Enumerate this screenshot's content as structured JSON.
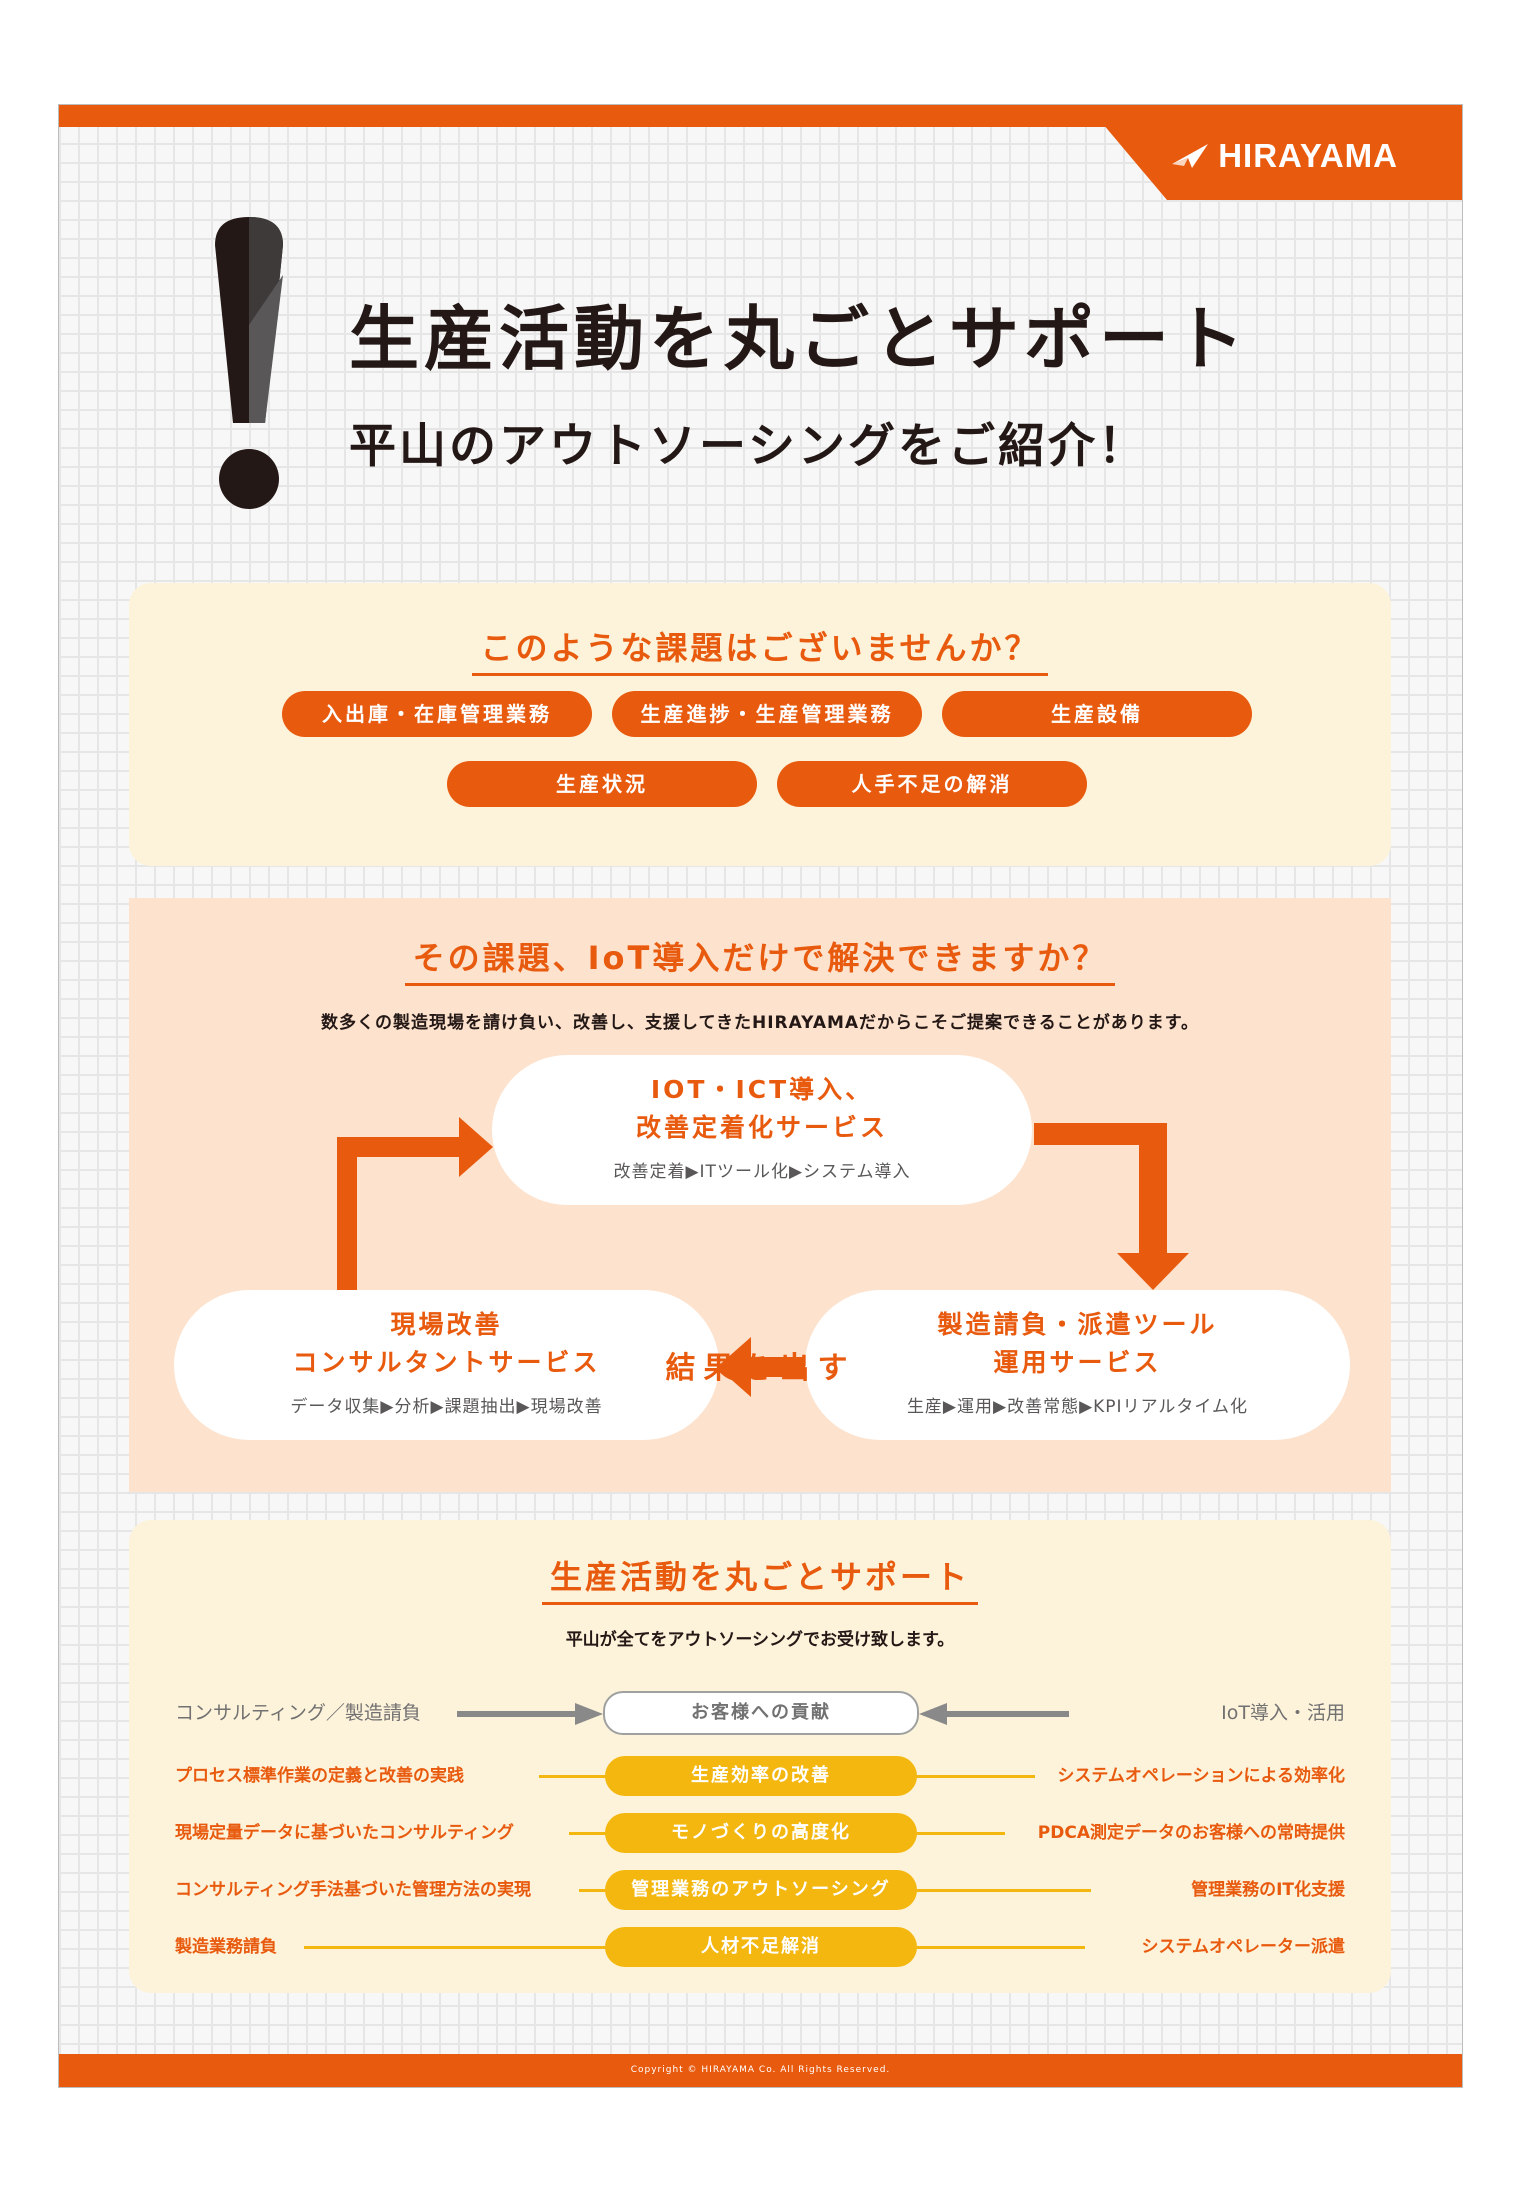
{
  "brand": {
    "name": "HIRAYAMA"
  },
  "header": {
    "title": "生産活動を丸ごとサポート",
    "subtitle": "平山のアウトソーシングをご紹介！"
  },
  "issues": {
    "title": "このような課題はございませんか？",
    "tags": [
      "入出庫・在庫管理業務",
      "生産進捗・生産管理業務",
      "生産設備",
      "生産状況",
      "人手不足の解消"
    ]
  },
  "cycle": {
    "title": "その課題、IoT導入だけで解決できますか？",
    "description": "数多くの製造現場を請け負い、改善し、支援してきたHIRAYAMAだからこそご提案できることがあります。",
    "center": "結果を出す",
    "nodes": [
      {
        "title_1": "IOT・ICT導入、",
        "title_2": "改善定着化サービス",
        "steps": "改善定着▶ITツール化▶システム導入"
      },
      {
        "title_1": "製造請負・派遣ツール",
        "title_2": "運用サービス",
        "steps": "生産▶運用▶改善常態▶KPIリアルタイム化"
      },
      {
        "title_1": "現場改善",
        "title_2": "コンサルタントサービス",
        "steps": "データ収集▶分析▶課題抽出▶現場改善"
      }
    ]
  },
  "support": {
    "title": "生産活動を丸ごとサポート",
    "caption": "平山が全てをアウトソーシングでお受け致します。",
    "header": {
      "left": "コンサルティング／製造請負",
      "center": "お客様への貢献",
      "right": "IoT導入・活用"
    },
    "rows": [
      {
        "left": "プロセス標準作業の定義と改善の実践",
        "center": "生産効率の改善",
        "right": "システムオペレーションによる効率化"
      },
      {
        "left": "現場定量データに基づいたコンサルティング",
        "center": "モノづくりの高度化",
        "right": "PDCA測定データのお客様への常時提供"
      },
      {
        "left": "コンサルティング手法基づいた管理方法の実現",
        "center": "管理業務のアウトソーシング",
        "right": "管理業務のIT化支援"
      },
      {
        "left": "製造業務請負",
        "center": "人材不足解消",
        "right": "システムオペレーター派遣"
      }
    ]
  },
  "footer": {
    "copyright": "Copyright © HIRAYAMA Co. All Rights Reserved."
  },
  "colors": {
    "accent": "#e85a0e",
    "yellow": "#f3b70f",
    "cream": "#fdf3da",
    "peach": "#fde2cd"
  }
}
